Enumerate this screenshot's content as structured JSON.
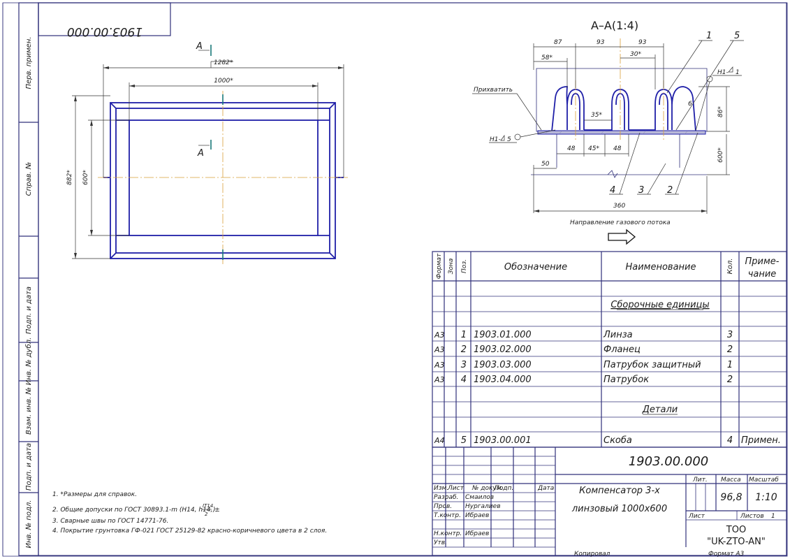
{
  "drawing_number_mirrored": "1903.00.000",
  "left_strip": [
    "Перв. примен.",
    "Справ. №",
    "Подп. и дата",
    "Инв. № дубл.",
    "Взам. инв. №",
    "Подп. и дата",
    "Инв. № подл."
  ],
  "plan_view": {
    "dims": {
      "overall": "1282*",
      "width": "1000*",
      "outer_height": "882*",
      "inner_height": "600*"
    },
    "section_marks": [
      "А",
      "А"
    ]
  },
  "section_view": {
    "title": "А–А(1:4)",
    "dims": {
      "d87": "87",
      "d93a": "93",
      "d93b": "93",
      "d58": "58*",
      "d30": "30*",
      "d35": "35*",
      "d48a": "48",
      "d45": "45*",
      "d48b": "48",
      "d50": "50",
      "d360": "360",
      "d86": "86*",
      "d600": "600*",
      "d6": "6"
    },
    "weld_left": "Н1-",
    "weld_left_size": "5",
    "weld_right": "Н1-",
    "weld_right_size": "1",
    "tack_label": "Прихватить",
    "positions": [
      "1",
      "5",
      "4",
      "3",
      "2"
    ],
    "flow_label": "Направление газового потока"
  },
  "spec_table": {
    "headers": {
      "format": "Формат",
      "zone": "Зона",
      "pos": "Поз.",
      "designation": "Обозначение",
      "name": "Наименование",
      "qty": "Кол.",
      "note_1": "Приме-",
      "note_2": "чание"
    },
    "section_assemblies": "Сборочные единицы",
    "section_parts": "Детали",
    "rows": [
      {
        "format": "А3",
        "pos": "1",
        "designation": "1903.01.000",
        "name": "Линза",
        "qty": "3",
        "note": ""
      },
      {
        "format": "А3",
        "pos": "2",
        "designation": "1903.02.000",
        "name": "Фланец",
        "qty": "2",
        "note": ""
      },
      {
        "format": "А3",
        "pos": "3",
        "designation": "1903.03.000",
        "name": "Патрубок защитный",
        "qty": "1",
        "note": ""
      },
      {
        "format": "А3",
        "pos": "4",
        "designation": "1903.04.000",
        "name": "Патрубок",
        "qty": "2",
        "note": ""
      }
    ],
    "part_row": {
      "format": "А4",
      "pos": "5",
      "designation": "1903.00.001",
      "name": "Скоба",
      "qty": "4",
      "note": "Примен."
    }
  },
  "title_block": {
    "code": "1903.00.000",
    "headers": {
      "izm": "Изм.",
      "list": "Лист",
      "doc": "№ докум.",
      "sign": "Подп.",
      "date": "Дата"
    },
    "roles": [
      {
        "role": "Разраб.",
        "name": "Смаилов"
      },
      {
        "role": "Пров.",
        "name": "Нургалиев"
      },
      {
        "role": "Т.контр.",
        "name": "Ибраев"
      },
      {
        "role": "Н.контр.",
        "name": "Ибраев"
      },
      {
        "role": "Утв.",
        "name": ""
      }
    ],
    "product_line1": "Компенсатор 3-х",
    "product_line2": "линзовый 1000х600",
    "lit_label": "Лит.",
    "mass_label": "Масса",
    "scale_label": "Масштаб",
    "mass": "96,8",
    "scale": "1:10",
    "sheet_label": "Лист",
    "sheets_label": "Листов",
    "sheets_value": "1",
    "company_line1": "ТОО",
    "company_line2": "\"UK-ZTO-AN\"",
    "copied": "Копировал",
    "format": "Формат   А3"
  },
  "notes": [
    "1. *Размеры для справок.",
    "2. Общие допуски по ГОСТ 30893.1-m (Н14, h14, ±",
    "3. Сварные швы по ГОСТ 14771-76.",
    "4. Покрытие грунтовка ГФ-021  ГОСТ 25129-82 красно-коричневого цвета в 2 слоя."
  ],
  "note_fraction": {
    "num": "IT14",
    "den": "2",
    "tail": ")."
  }
}
